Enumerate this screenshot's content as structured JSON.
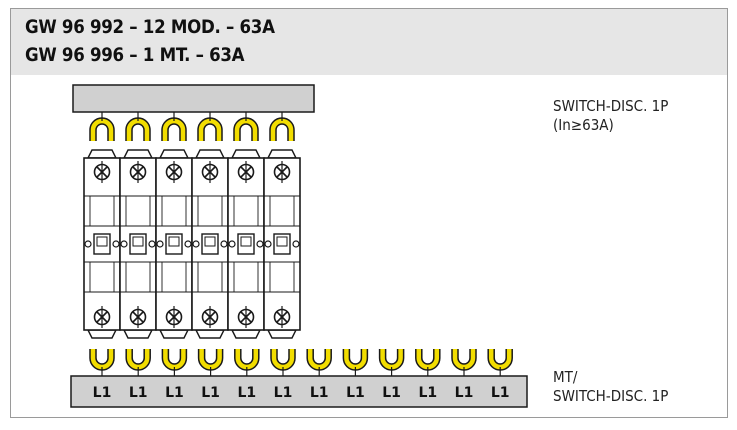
{
  "header": {
    "title_line1": "GW 96 992 – 12 MOD. – 63A",
    "title_line2": "GW 96 996 – 1 MT. – 63A"
  },
  "labels": {
    "switch_disc_line1": "SWITCH-DISC. 1P",
    "switch_disc_line2": "(In≥63A)",
    "mt_line1": "MT/",
    "mt_line2": "SWITCH-DISC. 1P"
  },
  "busbar": {
    "terminal_label": "L1",
    "terminal_count": 12
  },
  "breakers": {
    "count": 6
  },
  "colors": {
    "header_bg": "#e6e6e6",
    "bar_fill": "#d0d0d0",
    "fork_yellow": "#f2dd00",
    "stroke": "#1a1a1a"
  }
}
